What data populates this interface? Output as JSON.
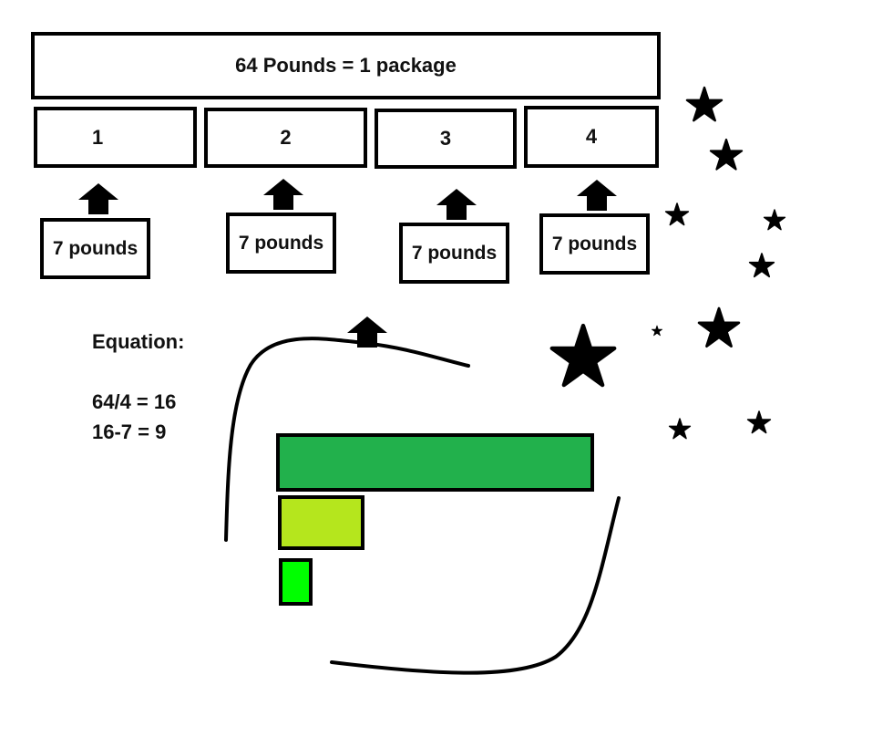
{
  "header": {
    "title": "64 Pounds = 1 package"
  },
  "parts": [
    "1",
    "2",
    "3",
    "4"
  ],
  "weights": [
    "7 pounds",
    "7 pounds",
    "7 pounds",
    "7 pounds"
  ],
  "equation": {
    "label": "Equation:",
    "lines": [
      "64/4 = 16",
      "16-7 = 9"
    ]
  },
  "colors": {
    "bar_dark_green": "#22b14c",
    "bar_lime": "#b5e61d",
    "bar_bright_green": "#00ff00",
    "ink": "#000000"
  },
  "icons": {
    "arrow": "up-arrow-icon",
    "star": "star-icon"
  }
}
